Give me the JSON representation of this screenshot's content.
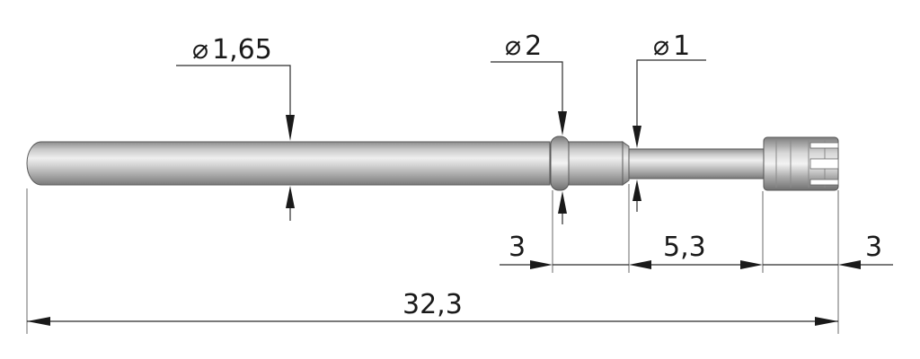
{
  "drawing": {
    "diameter_symbol": "⌀",
    "diameters": {
      "barrel": "1,65",
      "collar": "2",
      "plunger": "1"
    },
    "lengths": {
      "collar_to_barrel_end": "3",
      "plunger": "5,3",
      "crown": "3",
      "overall": "32,3"
    }
  }
}
